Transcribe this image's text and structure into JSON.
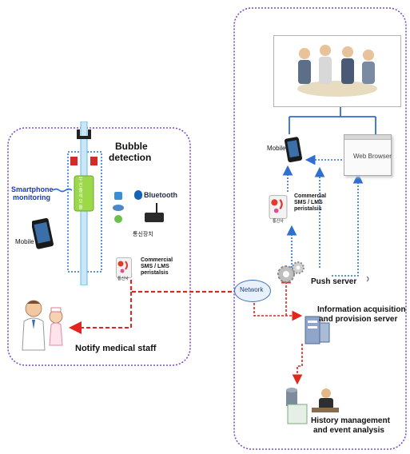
{
  "left": {
    "bubble_detection": [
      "Bubble",
      "detection"
    ],
    "smartphone_monitoring": [
      "Smartphone",
      "monitoring"
    ],
    "mobile": "Mobile",
    "bluetooth": "Bluetooth",
    "tube_label": "무선 출석 모듈",
    "comm_label": "통신장치",
    "sms_label": [
      "Commercial",
      "SMS / LMS",
      "peristalsis"
    ],
    "sms_icon_caption": "통신사",
    "notify": "Notify medical staff"
  },
  "right": {
    "mobile": "Mobile",
    "web_browser": "Web Browser",
    "sms_label": [
      "Commercial",
      "SMS / LMS",
      "peristalsis"
    ],
    "sms_icon_caption": "통신사",
    "push_server": "Push server",
    "network": "Network",
    "info_server": [
      "Information acquisition",
      "and provision server"
    ],
    "history": [
      "History management",
      "and event analysis"
    ]
  },
  "colors": {
    "purple_border": "#7b4fc9",
    "red_arrow": "#e0261d",
    "blue_arrow": "#2f6fcf",
    "tube_green": "#9bd84a",
    "smartphone_text": "#1b34c9"
  }
}
